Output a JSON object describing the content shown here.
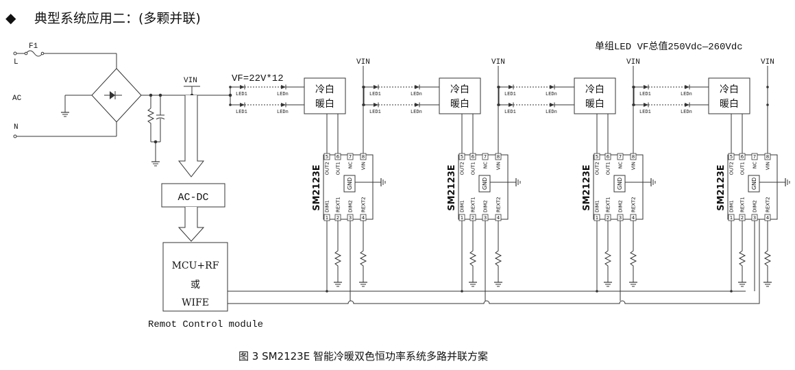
{
  "header": {
    "bullet": "◆",
    "title": "典型系统应用二：(多颗并联)"
  },
  "note_vf_total": "单组LED VF总值250Vdc—260Vdc",
  "input": {
    "fuse_label": "F1",
    "line_label": "L",
    "ac_label": "AC",
    "neutral_label": "N",
    "vin_label": "VIN"
  },
  "vf_label": "VF=22V*12",
  "acdc_label": "AC-DC",
  "mcu": {
    "line1": "MCU+RF",
    "line2": "或",
    "line3": "WIFE"
  },
  "remote_label": "Remot Control module",
  "caption": "图 3   SM2123E 智能冷暖双色恒功率系统多路并联方案",
  "led_first": "LED1",
  "led_last": "LEDn",
  "lamp": {
    "line1": "冷白",
    "line2": "暖白"
  },
  "vin_stage_label": "VIN",
  "ic": {
    "name": "SM2123E",
    "gnd": "GND",
    "top_pins": [
      {
        "num": "5",
        "name": "OUT2"
      },
      {
        "num": "6",
        "name": "OUT1"
      },
      {
        "num": "7",
        "name": "NC"
      },
      {
        "num": "8",
        "name": "VIN"
      }
    ],
    "bottom_pins": [
      {
        "num": "1",
        "name": "DIM1"
      },
      {
        "num": "2",
        "name": "REXT1"
      },
      {
        "num": "3",
        "name": "DIM2"
      },
      {
        "num": "4",
        "name": "REXT2"
      }
    ]
  },
  "stage_count": 4
}
